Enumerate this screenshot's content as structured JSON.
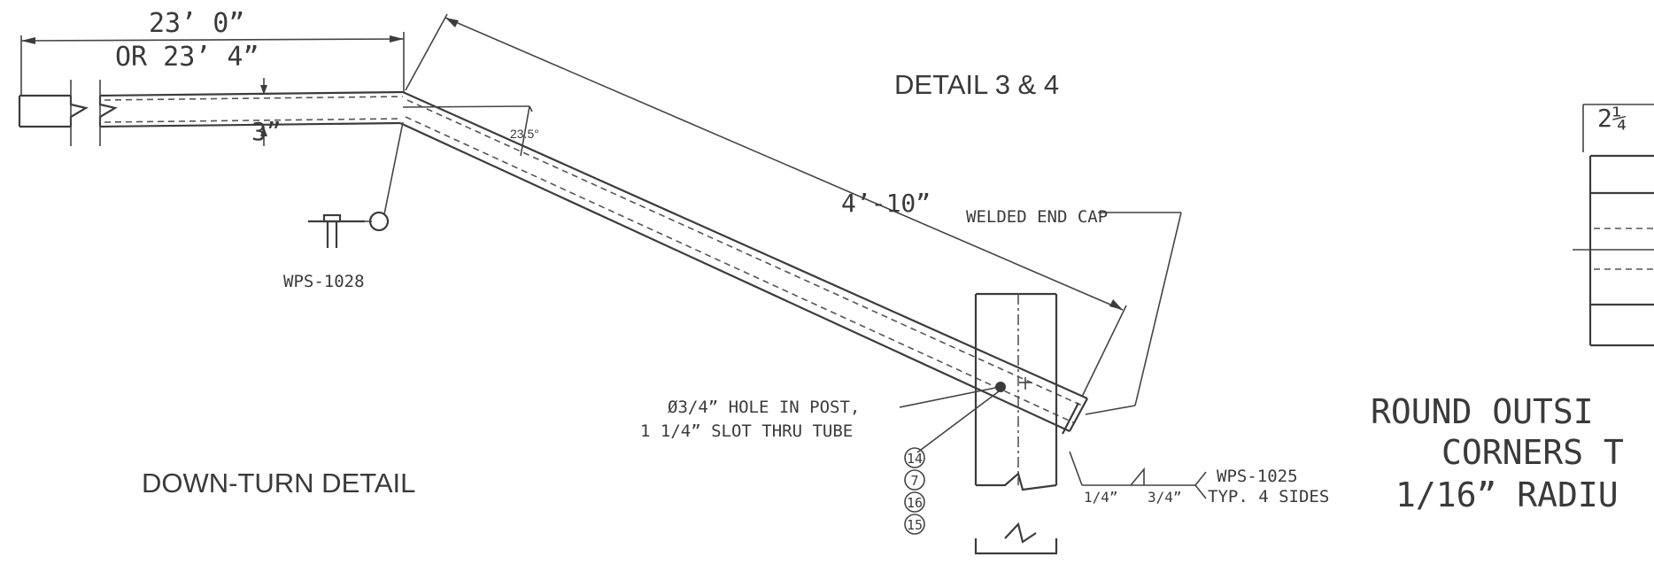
{
  "labels": {
    "detail_title": "DETAIL 3 & 4",
    "down_turn_title": "DOWN-TURN DETAIL",
    "length_dim_1": "23’ 0”",
    "length_dim_2": "OR 23’ 4”",
    "tube_size": "3”",
    "angle": "23.5°",
    "slope_length": "4’-10”",
    "end_cap": "WELDED END CAP",
    "weld_ref_left": "WPS-1028",
    "hole_note_1": "Ø3/4” HOLE IN POST,",
    "hole_note_2": "1 1/4” SLOT THRU TUBE",
    "weld_ref_right": "WPS-1025",
    "weld_size_1": "1/4”",
    "weld_size_2": "3/4”",
    "weld_note": "TYP. 4 SIDES",
    "fraction_dim": "2¼",
    "note_line_1": "ROUND OUTSI",
    "note_line_2": "CORNERS T",
    "note_line_3": "1/16” RADIU"
  },
  "callouts": [
    "14",
    "7",
    "16",
    "15"
  ]
}
